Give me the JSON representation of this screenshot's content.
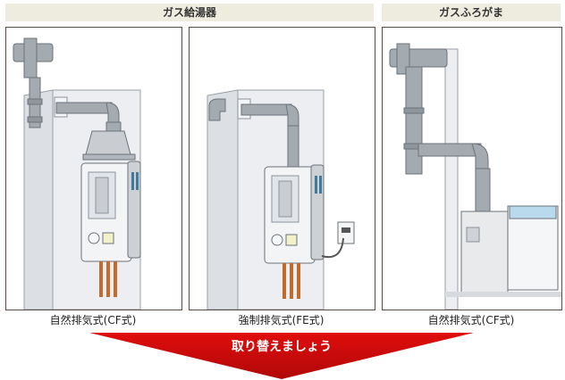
{
  "headers": {
    "water_heater": "ガス給湯器",
    "bath_boiler": "ガスふろがま"
  },
  "captions": {
    "cf_natural_exhaust_heater": "自然排気式(CF式)",
    "fe_forced_exhaust_heater": "強制排気式(FE式)",
    "cf_natural_exhaust_bath": "自然排気式(CF式)"
  },
  "arrow_label": "取り替えましょう",
  "colors": {
    "header_bg": "#eeebdf",
    "frame": "#5a4b45",
    "arrow_red": "#e00d0d",
    "arrow_dark_red": "#b00808",
    "pipe_gray": "#a3aab0",
    "wall_gray": "#e6e8ec",
    "tub_blue": "#b9d9ec"
  }
}
